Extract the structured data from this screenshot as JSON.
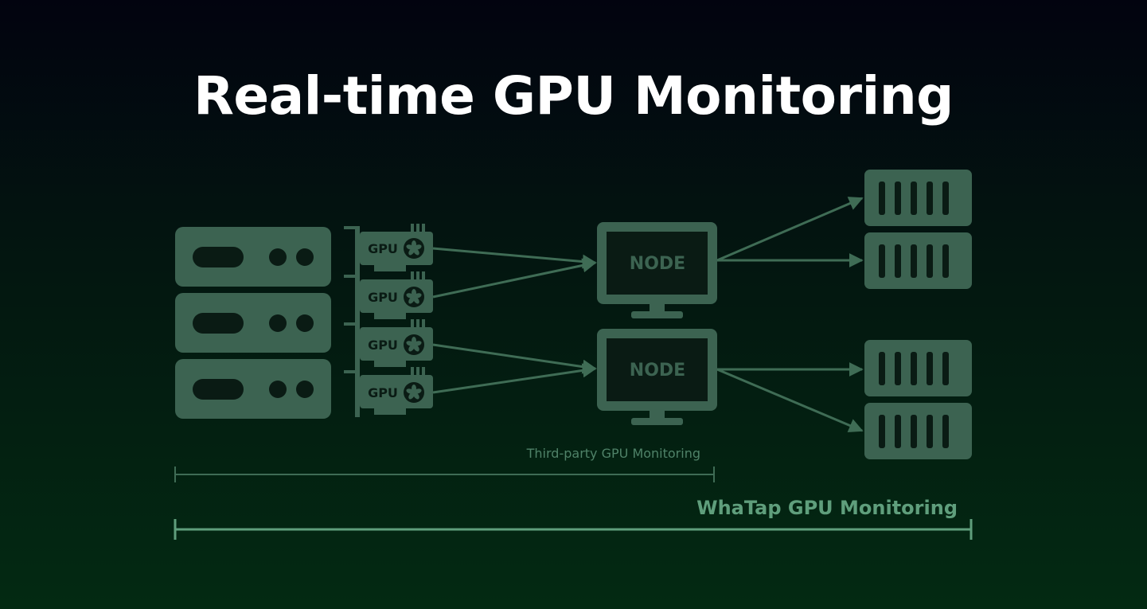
{
  "title": "Real-time GPU Monitoring",
  "gpu_label": "GPU",
  "node_label": "NODE",
  "third_party_label": "Third-party GPU Monitoring",
  "whatap_label": "WhaTap GPU Monitoring",
  "colors": {
    "shape": "#3c6351",
    "dark": "#0a1b14",
    "line": "#3f6c55",
    "third_party_text": "#4f8268",
    "whatap_text": "#5f9e7c"
  },
  "icons": {
    "servers": "server-rack-icon",
    "gpus": "gpu-card-icon",
    "nodes": "monitor-icon",
    "outputs": "storage-unit-icon"
  }
}
